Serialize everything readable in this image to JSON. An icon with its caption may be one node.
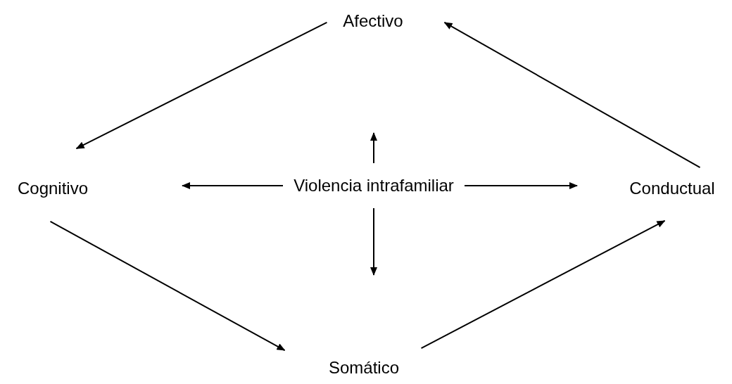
{
  "diagram": {
    "nodes": [
      {
        "text": [
          "Afectivo"
        ]
      },
      {
        "text": [
          "Cognitivo"
        ]
      },
      {
        "text": [
          "Violencia intrafamiliar"
        ]
      },
      {
        "text": [
          "Conductual"
        ]
      },
      {
        "text": [
          "Somático"
        ]
      }
    ],
    "edges": [
      {
        "from": 0,
        "to": 1,
        "arrow": "to"
      },
      {
        "from": 1,
        "to": 4,
        "arrow": "to"
      },
      {
        "from": 4,
        "to": 3,
        "arrow": "to"
      },
      {
        "from": 3,
        "to": 0,
        "arrow": "to"
      },
      {
        "from": 2,
        "to": null,
        "arrow": "to"
      },
      {
        "from": 2,
        "to": null,
        "arrow": "to"
      },
      {
        "from": 2,
        "to": null,
        "arrow": "to"
      },
      {
        "from": 2,
        "to": null,
        "arrow": "to"
      }
    ]
  }
}
